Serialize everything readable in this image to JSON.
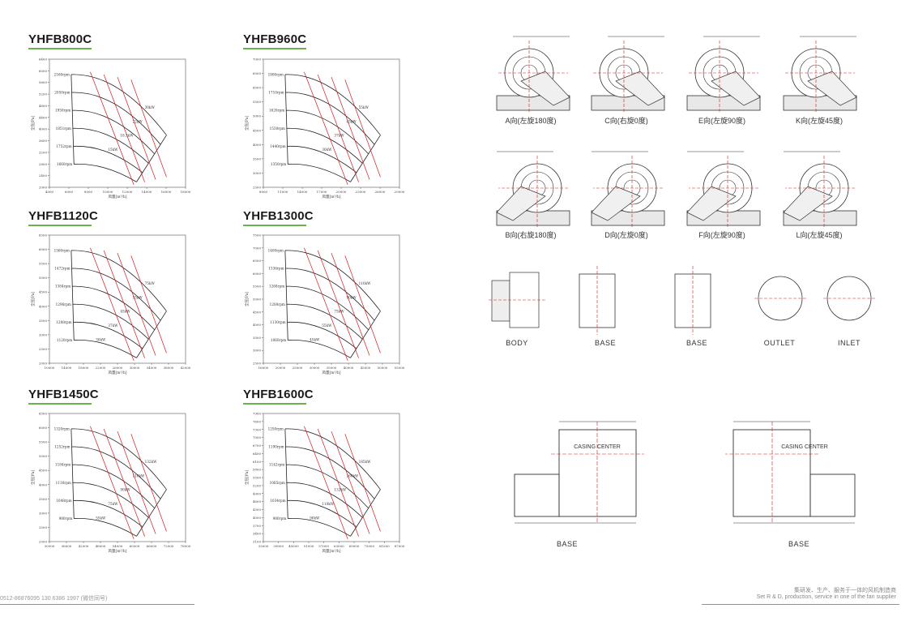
{
  "models": [
    {
      "title": "YHFB800C",
      "xticks": [
        "4000",
        "6000",
        "8000",
        "10000",
        "12000",
        "14000",
        "16000",
        "18000"
      ],
      "yticks": [
        "2000",
        "2400",
        "2800",
        "3200",
        "3600",
        "4000",
        "4400",
        "4800",
        "5200",
        "5600",
        "6000",
        "6400"
      ],
      "rpm": [
        "2160rpm",
        "2050rpm",
        "1950rpm",
        "1851rpm",
        "1752rpm",
        "1660rpm"
      ],
      "kw": [
        "30kW",
        "22kW",
        "18.5kW",
        "15kW"
      ]
    },
    {
      "title": "YHFB960C",
      "xticks": [
        "8000",
        "11000",
        "14000",
        "17000",
        "20000",
        "23000",
        "26000",
        "29000"
      ],
      "yticks": [
        "2500",
        "3000",
        "3500",
        "4000",
        "4500",
        "5000",
        "5500",
        "6000",
        "6500",
        "7000"
      ],
      "rpm": [
        "1800rpm",
        "1710rpm",
        "1620rpm",
        "1530rpm",
        "1440rpm",
        "1350rpm"
      ],
      "kw": [
        "55kW",
        "45kW",
        "37kW",
        "30kW"
      ]
    },
    {
      "title": "YHFB1120C",
      "xticks": [
        "10000",
        "14000",
        "18000",
        "22000",
        "26000",
        "30000",
        "34000",
        "38000",
        "42000"
      ],
      "yticks": [
        "2000",
        "2500",
        "3000",
        "3500",
        "4000",
        "4500",
        "5000",
        "5500",
        "6000",
        "6500"
      ],
      "rpm": [
        "1560rpm",
        "1472rpm",
        "1384rpm",
        "1296rpm",
        "1208rpm",
        "1120rpm"
      ],
      "kw": [
        "75kW",
        "55kW",
        "45kW",
        "37kW",
        "30kW"
      ]
    },
    {
      "title": "YHFB1300C",
      "xticks": [
        "16000",
        "20000",
        "25000",
        "30000",
        "35000",
        "40000",
        "45000",
        "50000",
        "55000"
      ],
      "yticks": [
        "2500",
        "3000",
        "3500",
        "4000",
        "4500",
        "5000",
        "5500",
        "6000",
        "6500",
        "7000",
        "7500"
      ],
      "rpm": [
        "1400rpm",
        "1336rpm",
        "1268rpm",
        "1200rpm",
        "1130rpm",
        "1060rpm"
      ],
      "kw": [
        "110kW",
        "90kW",
        "75kW",
        "55kW",
        "45kW"
      ]
    },
    {
      "title": "YHFB1450C",
      "xticks": [
        "30000",
        "36000",
        "42000",
        "48000",
        "54000",
        "60000",
        "66000",
        "72000",
        "78000"
      ],
      "yticks": [
        "2000",
        "2500",
        "3000",
        "3500",
        "4000",
        "4500",
        "5000",
        "5500",
        "6000",
        "6500"
      ],
      "rpm": [
        "1320rpm",
        "1252rpm",
        "1184rpm",
        "1116rpm",
        "1048rpm",
        "980rpm"
      ],
      "kw": [
        "132kW",
        "110kW",
        "90kW",
        "75kW",
        "55kW"
      ]
    },
    {
      "title": "YHFB1600C",
      "xticks": [
        "33000",
        "39000",
        "45000",
        "51000",
        "57000",
        "63000",
        "69000",
        "75000",
        "81000",
        "87000"
      ],
      "yticks": [
        "3100",
        "3400",
        "3700",
        "4000",
        "4300",
        "4600",
        "4900",
        "5200",
        "5500",
        "5800",
        "6100",
        "6400",
        "6700",
        "7000",
        "7300",
        "7600",
        "7900"
      ],
      "rpm": [
        "1250rpm",
        "1190rpm",
        "1142rpm",
        "1085rpm",
        "1034rpm",
        "980rpm"
      ],
      "kw": [
        "185kW",
        "160kW",
        "132kW",
        "110kW",
        "90kW"
      ]
    }
  ],
  "axis": {
    "x_label": "风量[m³/h]",
    "y_label": "全压[Pa]"
  },
  "rotations_top": [
    "A向(左旋180度)",
    "C向(右旋0度)",
    "E向(左旋90度)",
    "K向(左旋45度)"
  ],
  "rotations_bottom": [
    "B向(右旋180度)",
    "D向(左旋0度)",
    "F向(左旋90度)",
    "L向(左旋45度)"
  ],
  "parts": [
    "BODY",
    "BASE",
    "BASE",
    "OUTLET",
    "INLET"
  ],
  "base_big": [
    "BASE",
    "BASE"
  ],
  "casing_center": "CASING CENTER",
  "footer": {
    "phone": "0512-86876095   130 6386 1997 (微信同号)",
    "slogan_cn": "集研发、生产、服务于一体的风机制造商",
    "slogan_en": "Set R & D, production, service in one of the fan supplier"
  },
  "colors": {
    "accent": "#6ab04c",
    "red_line": "#d11a1a"
  }
}
